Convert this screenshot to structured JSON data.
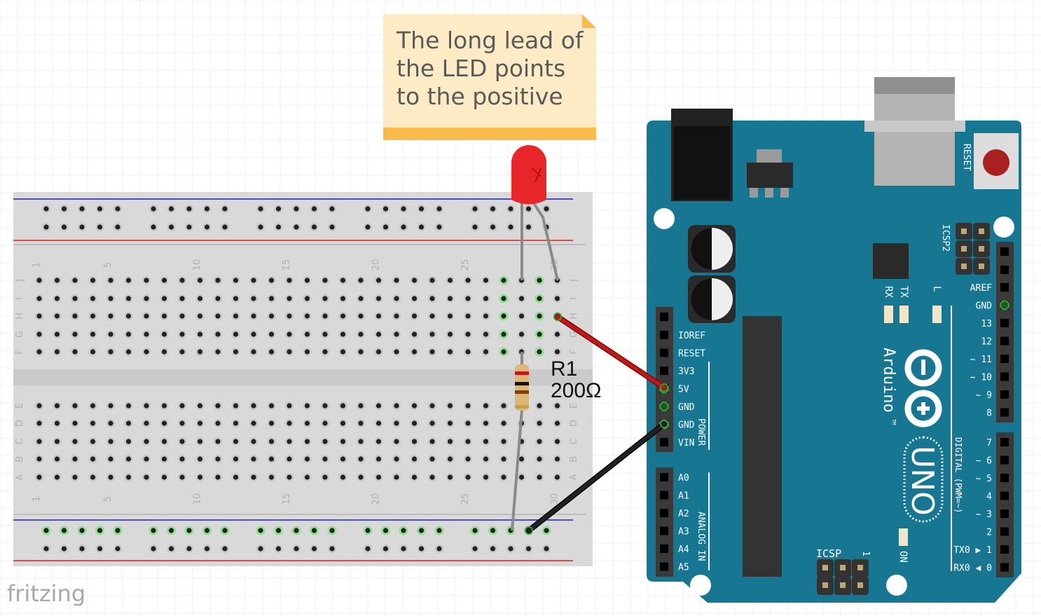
{
  "note": {
    "text": "The long lead of the LED points to the positive"
  },
  "resistor": {
    "name": "R1",
    "value": "200Ω",
    "bands": [
      "#c41818",
      "#111111",
      "#8a3a10",
      "#c8a050"
    ]
  },
  "breadboard": {
    "column_numbers": [
      "1",
      "5",
      "10",
      "15",
      "20",
      "25",
      "30"
    ],
    "rows_top": [
      "J",
      "I",
      "H",
      "G",
      "F"
    ],
    "rows_bottom": [
      "E",
      "D",
      "C",
      "B",
      "A"
    ]
  },
  "arduino": {
    "brand": "Arduino",
    "model": "UNO",
    "tm": "TM",
    "reset_label": "RESET",
    "icsp2_label": "ICSP2",
    "icsp_label": "ICSP",
    "icsp_pin1": "1",
    "led_labels": [
      "RX",
      "TX",
      "L",
      "ON"
    ],
    "power_header": [
      "IOREF",
      "RESET",
      "3V3",
      "5V",
      "GND",
      "GND",
      "VIN"
    ],
    "power_title": "POWER",
    "analog_header": [
      "A0",
      "A1",
      "A2",
      "A3",
      "A4",
      "A5"
    ],
    "analog_title": "ANALOG IN",
    "digital_high": [
      "AREF",
      "GND",
      "13",
      "12",
      "~ 11",
      "~ 10",
      "~ 9",
      "8"
    ],
    "digital_low": [
      "7",
      "~ 6",
      "~ 5",
      "4",
      "~ 3",
      "2",
      "TX0 ▶ 1",
      "RX0 ◀ 0"
    ],
    "digital_title": "DIGITAL (PWM=~)"
  },
  "colors": {
    "board": "#177692",
    "wire_5v": "#c41818",
    "wire_gnd": "#222222",
    "led": "#e8262a",
    "breadboard": "#d9d9d9"
  },
  "logo": "fritzing"
}
